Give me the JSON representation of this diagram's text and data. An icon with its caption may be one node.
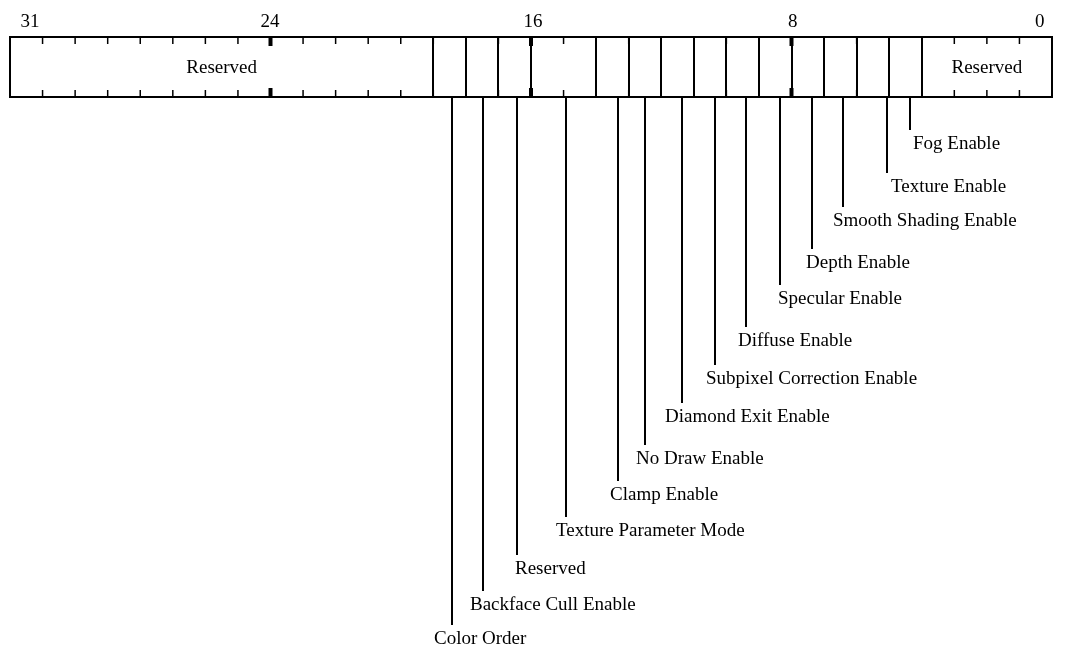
{
  "diagram": {
    "nodes": [
      {
        "text": [
          "Reserved"
        ]
      },
      {
        "text": [],
        "shape": "box"
      },
      {
        "text": [],
        "shape": "box"
      },
      {
        "text": [],
        "shape": "box"
      },
      {
        "text": [],
        "shape": "box"
      },
      {
        "text": [],
        "shape": "box"
      },
      {
        "text": [],
        "shape": "box"
      },
      {
        "text": [],
        "shape": "box"
      },
      {
        "text": [],
        "shape": "box"
      },
      {
        "text": [],
        "shape": "box"
      },
      {
        "text": [],
        "shape": "box"
      },
      {
        "text": [],
        "shape": "box"
      },
      {
        "text": [],
        "shape": "box"
      },
      {
        "text": [],
        "shape": "box"
      },
      {
        "text": [],
        "shape": "box"
      },
      {
        "text": [
          "Reserved"
        ]
      },
      {
        "text": [
          "Fog Enable"
        ]
      },
      {
        "text": [
          "Texture Enable"
        ]
      },
      {
        "text": [
          "Smooth Shading Enable"
        ]
      },
      {
        "text": [
          "Depth Enable"
        ]
      },
      {
        "text": [
          "Specular Enable"
        ]
      },
      {
        "text": [
          "Diffuse Enable"
        ]
      },
      {
        "text": [
          "Subpixel Correction Enable"
        ]
      },
      {
        "text": [
          "Diamond Exit Enable"
        ]
      },
      {
        "text": [
          "No Draw Enable"
        ]
      },
      {
        "text": [
          "Clamp Enable"
        ]
      },
      {
        "text": [
          "Texture Parameter Mode"
        ]
      },
      {
        "text": [
          "Reserved"
        ]
      },
      {
        "text": [
          "Backface Cull Enable"
        ]
      },
      {
        "text": [
          "Color Order"
        ]
      }
    ],
    "edges": [
      {
        "from": 16,
        "to": 14,
        "arrow": "none"
      },
      {
        "from": 17,
        "to": 13,
        "arrow": "none"
      },
      {
        "from": 18,
        "to": 12,
        "arrow": "none"
      },
      {
        "from": 19,
        "to": 11,
        "arrow": "none"
      },
      {
        "from": 20,
        "to": 10,
        "arrow": "none"
      },
      {
        "from": 21,
        "to": 9,
        "arrow": "none"
      },
      {
        "from": 22,
        "to": 8,
        "arrow": "none"
      },
      {
        "from": 23,
        "to": 7,
        "arrow": "none"
      },
      {
        "from": 24,
        "to": 6,
        "arrow": "none"
      },
      {
        "from": 25,
        "to": 5,
        "arrow": "none"
      },
      {
        "from": 26,
        "to": 4,
        "arrow": "none"
      },
      {
        "from": 27,
        "to": 3,
        "arrow": "none"
      },
      {
        "from": 28,
        "to": 2,
        "arrow": "none"
      },
      {
        "from": 29,
        "to": 1,
        "arrow": "none"
      }
    ],
    "labels": [
      "31",
      "24",
      "16",
      "8",
      "0"
    ]
  }
}
